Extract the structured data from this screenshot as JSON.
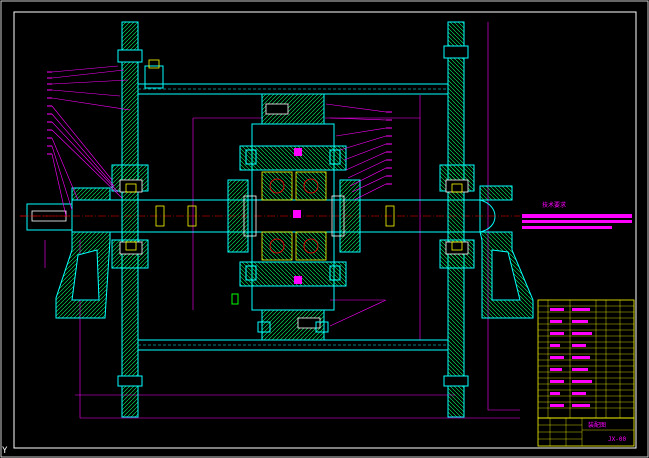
{
  "drawing": {
    "note_label": "技术要求",
    "title_block": {
      "label": "装配图",
      "code": "JX-00"
    },
    "corner_mark": "Y"
  },
  "colors": {
    "background": "#000000",
    "frame": "#ffffff",
    "outline": "#00ffff",
    "hatch": "#00ff00",
    "magenta": "#ff00ff",
    "green": "#00ff00",
    "red": "#ff0000",
    "yellow": "#ffff00",
    "white": "#ffffff"
  },
  "icons": [
    "gear-reducer-assembly-drawing"
  ]
}
